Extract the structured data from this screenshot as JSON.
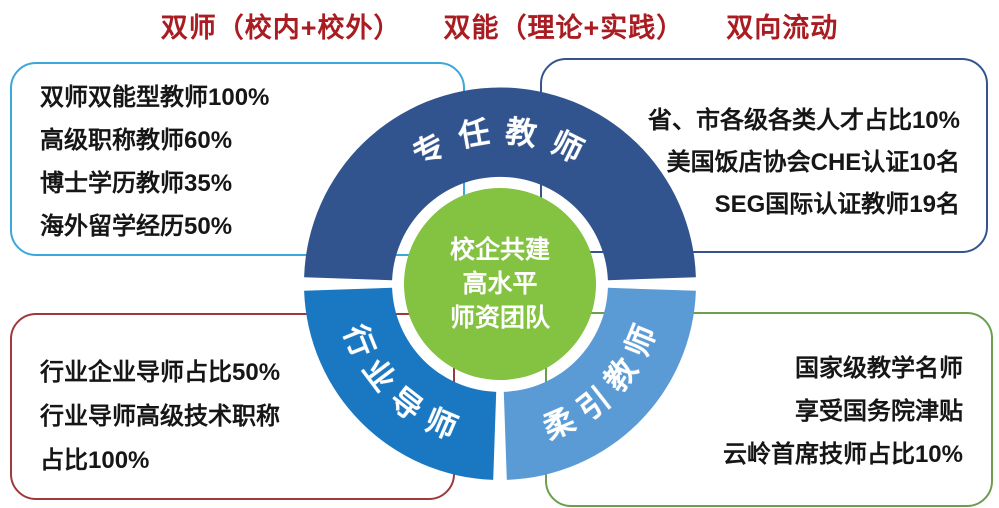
{
  "title": {
    "parts": [
      "双师（校内+校外）",
      "双能（理论+实践）",
      "双向流动"
    ],
    "color": "#a91d22"
  },
  "diagram": {
    "center": {
      "lines": [
        "校企共建",
        "高水平",
        "师资团队"
      ],
      "color": "#84c241",
      "text_color": "#ffffff"
    },
    "segments": [
      {
        "label": "专任教师",
        "position": "top",
        "color": "#31548f"
      },
      {
        "label": "行业导师",
        "position": "bottom-left",
        "color": "#1a78c2"
      },
      {
        "label": "柔引教师",
        "position": "bottom-right",
        "color": "#5b9bd5"
      }
    ]
  },
  "boxes": {
    "top_left": {
      "border_color": "#3aa8d8",
      "lines": [
        "双师双能型教师100%",
        "高级职称教师60%",
        "博士学历教师35%",
        "海外留学经历50%"
      ]
    },
    "top_right": {
      "border_color": "#35548e",
      "lines": [
        "省、市各级各类人才占比10%",
        "美国饭店协会CHE认证10名",
        "SEG国际认证教师19名"
      ]
    },
    "bottom_left": {
      "border_color": "#9e3a3a",
      "lines": [
        "行业企业导师占比50%",
        "行业导师高级技术职称",
        "占比100%"
      ]
    },
    "bottom_right": {
      "border_color": "#6b9e4d",
      "lines": [
        "国家级教学名师",
        "享受国务院津贴",
        "云岭首席技师占比10%"
      ]
    }
  },
  "colors": {
    "background": "#ffffff",
    "body_text": "#161616"
  }
}
